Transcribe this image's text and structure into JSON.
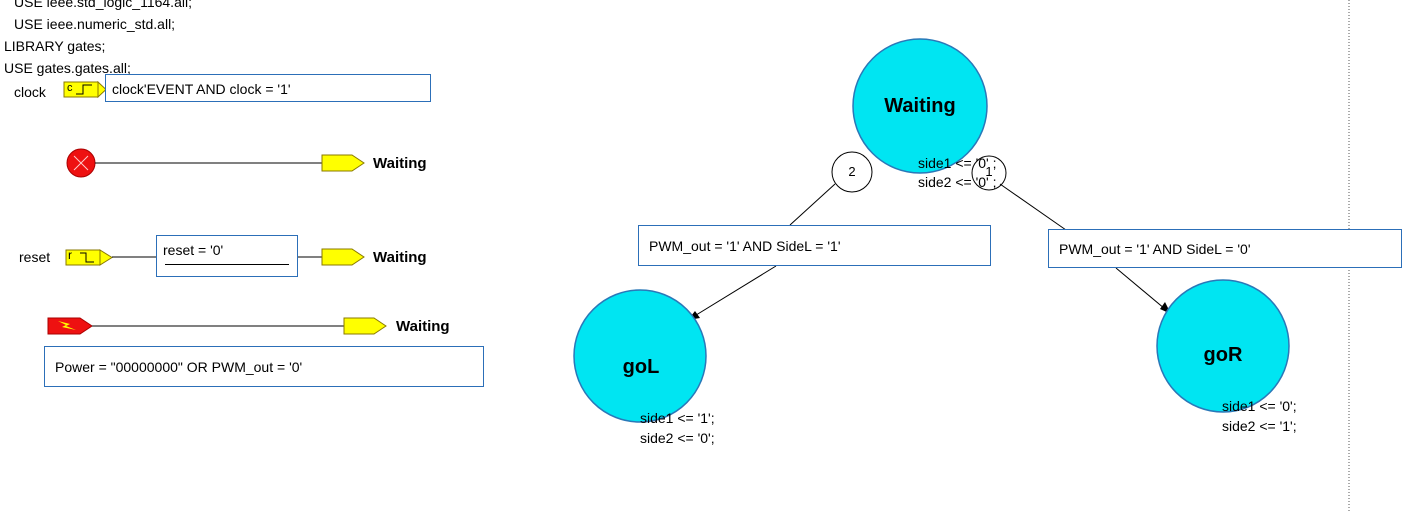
{
  "header_code": [
    "USE ieee.std_logic_1164.all;",
    "USE ieee.numeric_std.all;",
    "LIBRARY gates;",
    "USE gates.gates.all;"
  ],
  "clock": {
    "label": "clock",
    "icon_letter": "c",
    "condition": "clock'EVENT AND clock = '1'"
  },
  "initial": {
    "target": "Waiting"
  },
  "reset": {
    "label": "reset",
    "icon_letter": "r",
    "condition": "reset = '0'",
    "target": "Waiting"
  },
  "power": {
    "condition": "Power = \"00000000\" OR PWM_out = '0'",
    "target": "Waiting"
  },
  "states": [
    {
      "name": "Waiting",
      "actions": [
        "side1 <= '0' ;",
        "side2 <= '0' ;"
      ]
    },
    {
      "name": "goL",
      "actions": [
        "side1 <= '1';",
        "side2 <= '0';"
      ]
    },
    {
      "name": "goR",
      "actions": [
        "side1 <= '0';",
        "side2 <= '1';"
      ]
    }
  ],
  "transitions": [
    {
      "priority": "2",
      "condition": "PWM_out = '1' AND SideL = '1'"
    },
    {
      "priority": "1",
      "condition": "PWM_out = '1' AND SideL = '0'"
    }
  ],
  "colors": {
    "state_fill": "#00e5f2",
    "state_border": "#2a78b8",
    "pin_yellow": "#ffff00",
    "reset_red": "#ee1111",
    "box_border": "#2c6fb8"
  }
}
